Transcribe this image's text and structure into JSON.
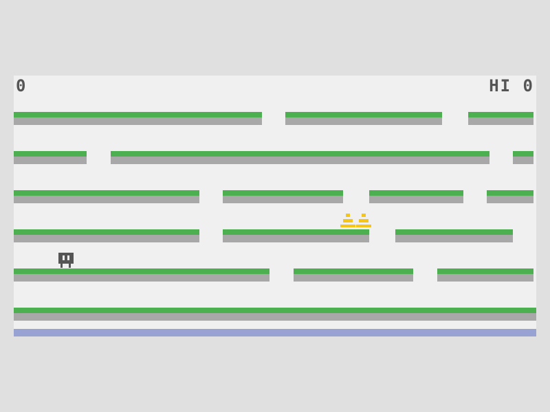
{
  "hud": {
    "score": "0",
    "hi_label": "HI",
    "hi_score": "0"
  },
  "colors": {
    "background": "#e0e0e0",
    "stage": "#f0f0f0",
    "grass": "#4caf50",
    "dirt": "#a8a8a8",
    "water": "#98a3d4",
    "player": "#555555",
    "coin": "#f5c518",
    "text": "#555555"
  },
  "sprites": {
    "player": "box-character-icon",
    "coin": "coin-stack-icon"
  }
}
